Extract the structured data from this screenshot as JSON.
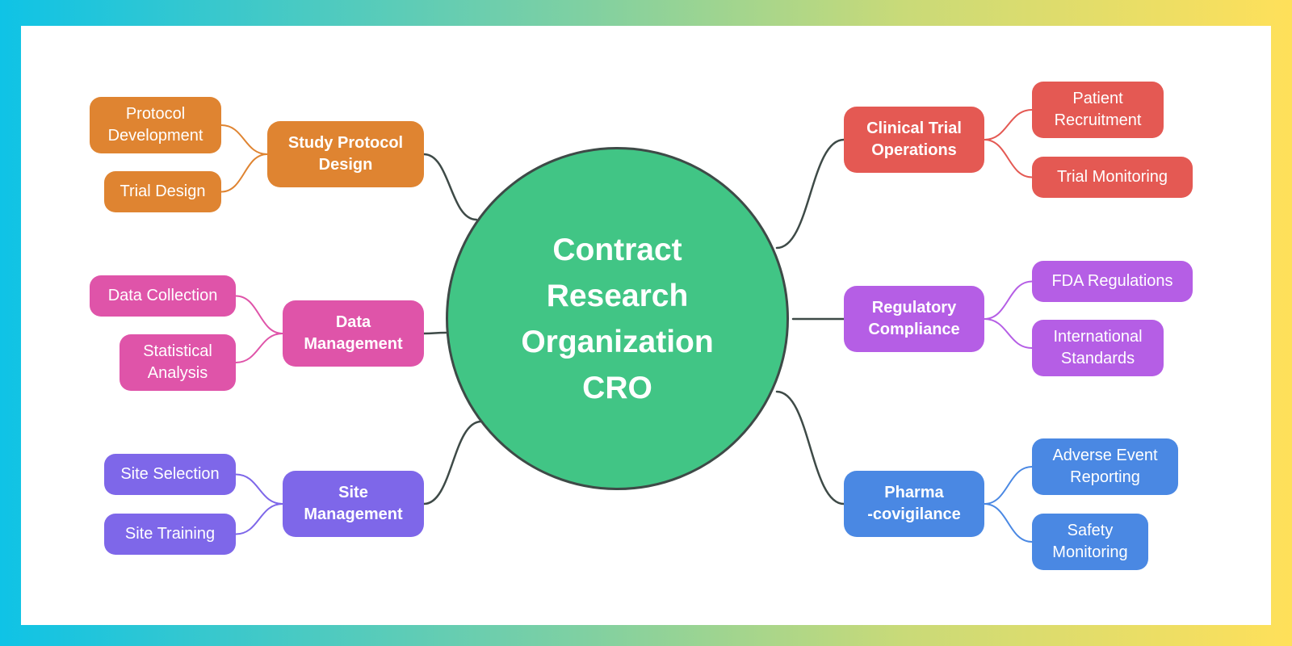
{
  "center": {
    "lines": [
      "Contract",
      "Research",
      "Organization",
      "CRO"
    ],
    "color": "#41c585"
  },
  "branches": [
    {
      "id": "study-protocol-design",
      "lines": [
        "Study Protocol",
        "Design"
      ],
      "color": "#df8431",
      "children": [
        {
          "lines": [
            "Protocol",
            "Development"
          ]
        },
        {
          "lines": [
            "Trial Design"
          ]
        }
      ]
    },
    {
      "id": "data-management",
      "lines": [
        "Data",
        "Management"
      ],
      "color": "#df54a9",
      "children": [
        {
          "lines": [
            "Data Collection"
          ]
        },
        {
          "lines": [
            "Statistical",
            "Analysis"
          ]
        }
      ]
    },
    {
      "id": "site-management",
      "lines": [
        "Site",
        "Management"
      ],
      "color": "#7e67e9",
      "children": [
        {
          "lines": [
            "Site Selection"
          ]
        },
        {
          "lines": [
            "Site Training"
          ]
        }
      ]
    },
    {
      "id": "clinical-trial-operations",
      "lines": [
        "Clinical Trial",
        "Operations"
      ],
      "color": "#e45953",
      "children": [
        {
          "lines": [
            "Patient",
            "Recruitment"
          ]
        },
        {
          "lines": [
            "Trial Monitoring"
          ]
        }
      ]
    },
    {
      "id": "regulatory-compliance",
      "lines": [
        "Regulatory",
        "Compliance"
      ],
      "color": "#b55ee5",
      "children": [
        {
          "lines": [
            "FDA Regulations"
          ]
        },
        {
          "lines": [
            "International",
            "Standards"
          ]
        }
      ]
    },
    {
      "id": "pharmacovigilance",
      "lines": [
        "Pharma",
        "-covigilance"
      ],
      "color": "#4a88e3",
      "children": [
        {
          "lines": [
            "Adverse Event",
            "Reporting"
          ]
        },
        {
          "lines": [
            "Safety",
            "Monitoring"
          ]
        }
      ]
    }
  ],
  "colors": {
    "frame_gradient_start": "#0fc3e6",
    "frame_gradient_end": "#ffe05a",
    "canvas": "#ffffff",
    "connector": "#3e4a47"
  }
}
